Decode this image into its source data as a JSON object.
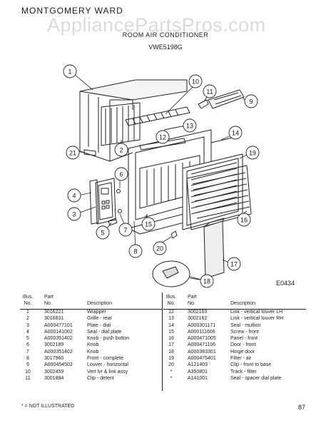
{
  "header": {
    "brand": "MONTGOMERY WARD",
    "watermark": "AppliancePartsPros.com",
    "title": "ROOM AIR CONDITIONER",
    "model": "VWE5198G"
  },
  "diagram": {
    "code": "E0434",
    "callouts": [
      "1",
      "2",
      "3",
      "4",
      "5",
      "6",
      "7",
      "8",
      "9",
      "10",
      "11",
      "12",
      "13",
      "14",
      "15",
      "16",
      "17",
      "18",
      "19",
      "20",
      "21"
    ]
  },
  "table": {
    "headers": {
      "no": "Illus.\nNo.",
      "part": "Part\nNo.",
      "desc": "Description"
    },
    "left": [
      {
        "no": "1",
        "part": "3016221",
        "desc": "Wrapper"
      },
      {
        "no": "2",
        "part": "3016831",
        "desc": "Grille - rear"
      },
      {
        "no": "3",
        "part": "A000477101",
        "desc": "Plate - dial"
      },
      {
        "no": "4",
        "part": "A000141002",
        "desc": "Seal - dial plate"
      },
      {
        "no": "5",
        "part": "A000351402",
        "desc": "Knob - push button"
      },
      {
        "no": "6",
        "part": "3002189",
        "desc": "Knob"
      },
      {
        "no": "7",
        "part": "A000351402",
        "desc": "Knob"
      },
      {
        "no": "8",
        "part": "3017960",
        "desc": "Front - complete"
      },
      {
        "no": "9",
        "part": "A000454502",
        "desc": "Louver - horizontal"
      },
      {
        "no": "10",
        "part": "3002459",
        "desc": "Vert lvr & link assy"
      },
      {
        "no": "11",
        "part": "3001884",
        "desc": "Clip - detent"
      }
    ],
    "right": [
      {
        "no": "12",
        "part": "3002163",
        "desc": "Link - vertical louver LH"
      },
      {
        "no": "13",
        "part": "3002162",
        "desc": "Link - vertical louver RH"
      },
      {
        "no": "14",
        "part": "A000301171",
        "desc": "Seal - mullion"
      },
      {
        "no": "15",
        "part": "A000111606",
        "desc": "Screw - front"
      },
      {
        "no": "16",
        "part": "A000471005",
        "desc": "Panel - front"
      },
      {
        "no": "17",
        "part": "A000471106",
        "desc": "Door - front"
      },
      {
        "no": "18",
        "part": "A000383301",
        "desc": "Hinge door"
      },
      {
        "no": "19",
        "part": "A000475401",
        "desc": "Filter - air"
      },
      {
        "no": "20",
        "part": "A121403",
        "desc": "Clip - front to base"
      },
      {
        "no": "*",
        "part": "A350801",
        "desc": "Track - filter"
      },
      {
        "no": "*",
        "part": "A141001",
        "desc": "Seal - spacer dial plate"
      }
    ]
  },
  "footer": {
    "note": "* = NOT ILLUSTRATED",
    "mark": "87"
  }
}
